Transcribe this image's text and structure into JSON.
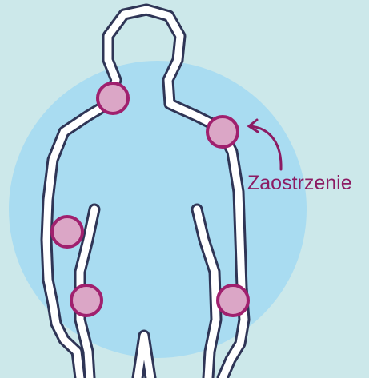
{
  "annotation": {
    "label": "Zaostrzenie"
  },
  "colors": {
    "background": "#cce8ea",
    "highlight_circle": "#a9dcf1",
    "outline": "#2f3556",
    "body_fill": "#ffffff",
    "joint_fill": "#dba6c6",
    "joint_stroke": "#a0206e",
    "accent": "#8c1b63"
  },
  "icons": {
    "figure": "human-body-outline-icon",
    "joint_marker": "inflamed-joint-icon",
    "arrow": "curved-arrow-icon"
  },
  "joints": [
    {
      "name": "left-shoulder"
    },
    {
      "name": "right-shoulder"
    },
    {
      "name": "left-elbow"
    },
    {
      "name": "left-wrist"
    },
    {
      "name": "right-wrist"
    }
  ]
}
